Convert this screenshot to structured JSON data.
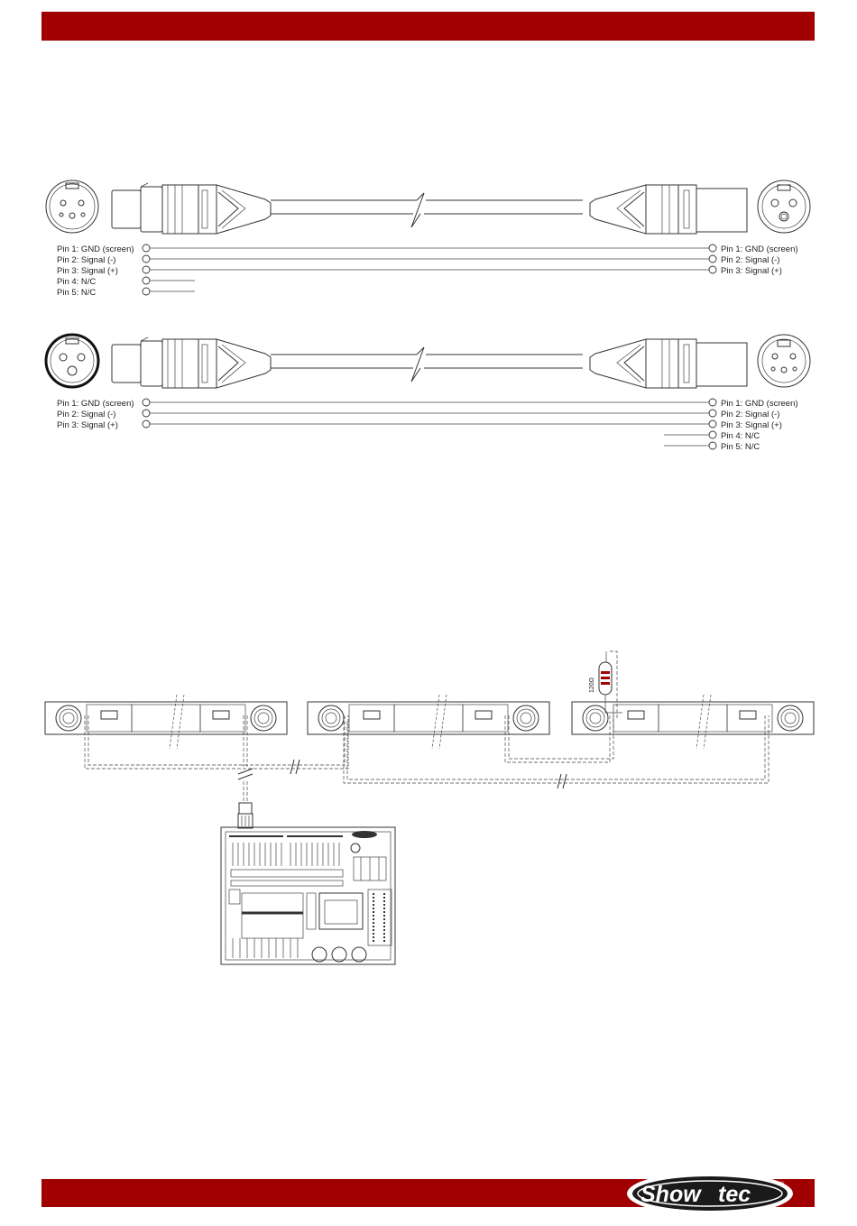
{
  "header": {
    "color": "#a00000"
  },
  "footer": {
    "color": "#a00000",
    "logo_text": "Show",
    "logo_text2": "tec",
    "logo_mark": "®"
  },
  "diagrams": [
    {
      "left_pins": [
        "Pin 1: GND (screen)",
        "Pin 2: Signal (-)",
        "Pin 3: Signal (+)",
        "Pin 4: N/C",
        "Pin 5: N/C"
      ],
      "right_pins": [
        "Pin 1: GND (screen)",
        "Pin 2: Signal (-)",
        "Pin 3: Signal (+)"
      ]
    },
    {
      "left_pins": [
        "Pin 1: GND (screen)",
        "Pin 2: Signal (-)",
        "Pin 3: Signal (+)"
      ],
      "right_pins": [
        "Pin 1: GND (screen)",
        "Pin 2: Signal (-)",
        "Pin 3: Signal (+)",
        "Pin 4: N/C",
        "Pin 5: N/C"
      ]
    }
  ],
  "terminator_label": "120Ω"
}
